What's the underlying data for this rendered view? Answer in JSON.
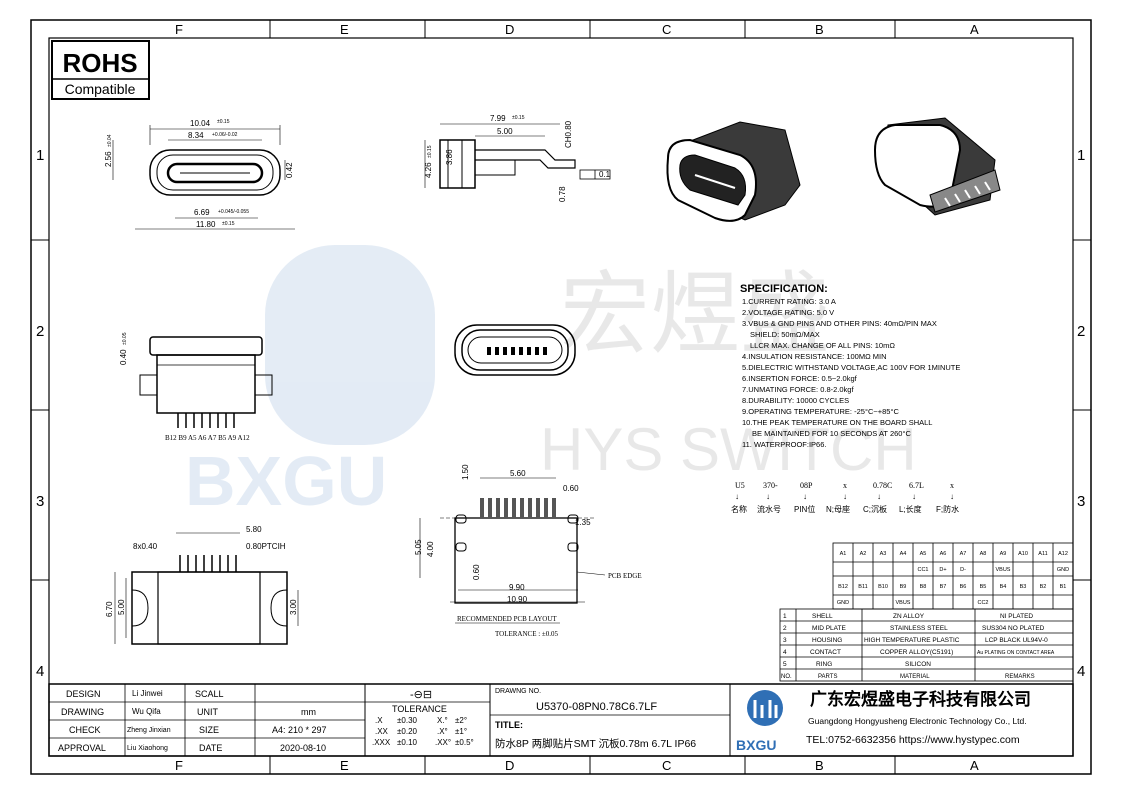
{
  "frame": {
    "cols_top": [
      "F",
      "E",
      "D",
      "C",
      "B",
      "A"
    ],
    "rows": [
      "1",
      "2",
      "3",
      "4"
    ]
  },
  "rohs": {
    "title": "ROHS",
    "subtitle": "Compatible"
  },
  "watermark": {
    "cn": "宏煜盛",
    "en": "HYS SWITCH",
    "logo": "BXGU"
  },
  "dims": {
    "d1": "10.04",
    "d1t": "±0.15",
    "d2": "8.34",
    "d2t": "+0.06/-0.02",
    "d3": "2.56",
    "d3t": "±0.04",
    "d4": "0.42",
    "d5": "6.69",
    "d5t": "+0.045/-0.055",
    "d6": "11.80",
    "d6t": "±0.15",
    "s1": "7.99",
    "s1t": "±0.15",
    "s2": "5.00",
    "s3": "CH0.80",
    "s4": "4.26",
    "s4t": "±0.15",
    "s5": "3.86",
    "s6": "0.78",
    "s7": "0.1",
    "p1": "0.40",
    "p1t": "±0.05",
    "pins": "B12 B9 A5 A6 A7 B5 A9 A12",
    "b1": "5.80",
    "b2": "8x0.40",
    "b3": "0.80PTCIH",
    "b4": "6.70",
    "b5": "5.00",
    "b6": "3.00",
    "c1": "5.60",
    "c2": "1.50",
    "c3": "0.60",
    "c4": "1.35",
    "c5": "5.05",
    "c6": "4.00",
    "c7": "0.60",
    "c8": "9.90",
    "c9": "10.90",
    "pcb_edge": "PCB EDGE",
    "pcb_layout": "RECOMMENDED PCB LAYOUT",
    "pcb_tol": "TOLERANCE : ±0.05"
  },
  "spec": {
    "title": "SPECIFICATION:",
    "lines": [
      "1.CURRENT RATING: 3.0 A",
      "2.VOLTAGE RATING: 5.0 V",
      "3.VBUS & GND PINS AND OTHER PINS: 40mΩ/PIN MAX",
      "   SHIELD: 50mΩ/MAX",
      "   LLCR MAX. CHANGE OF ALL PINS: 10mΩ",
      "4.INSULATION RESISTANCE:  100MΩ MIN",
      "5.DIELECTRIC WITHSTAND VOLTAGE,AC 100V FOR 1MINUTE",
      "6.INSERTION FORCE: 0.5~2.0kgf",
      "7.UNMATING FORCE: 0.8-2.0kgf",
      "8.DURABILITY: 10000 CYCLES",
      "9.OPERATING TEMPERATURE: -25°C~+85°C",
      "10.THE PEAK TEMPERATURE ON THE BOARD SHALL",
      "    BE MAINTAINED FOR 10 SECONDS AT 260°C",
      "11. WATERPROOF:IP66."
    ]
  },
  "code": {
    "parts": [
      "U5",
      "370-",
      "08P",
      "x",
      "0.78C",
      "6.7L",
      "x"
    ],
    "labels": [
      "名称",
      "流水号",
      "PIN位",
      "N;母座",
      "C;沉板",
      "L;长度",
      "F;防水"
    ]
  },
  "pin_table": {
    "top": [
      "A1",
      "A2",
      "A3",
      "A4",
      "A5",
      "A6",
      "A7",
      "A8",
      "A9",
      "A10",
      "A11",
      "A12"
    ],
    "top_sig": [
      "",
      "",
      "",
      "",
      "CC1",
      "D+",
      "D-",
      "",
      "VBUS",
      "",
      "",
      "GND"
    ],
    "bot": [
      "B12",
      "B11",
      "B10",
      "B9",
      "B8",
      "B7",
      "B6",
      "B5",
      "B4",
      "B3",
      "B2",
      "B1"
    ],
    "bot_sig": [
      "GND",
      "",
      "",
      "VBUS",
      "",
      "",
      "",
      "CC2",
      "",
      "",
      "",
      ""
    ]
  },
  "bom": {
    "headers": [
      "NO.",
      "PARTS",
      "MATERIAL",
      "REMARKS"
    ],
    "rows": [
      [
        "1",
        "SHELL",
        "ZN  ALLOY",
        "NI  PLATED"
      ],
      [
        "2",
        "MID PLATE",
        "STAINLESS STEEL",
        "SUS304  NO  PLATED"
      ],
      [
        "3",
        "HOUSING",
        "HIGH TEMPERATURE PLASTIC",
        "LCP  BLACK  UL94V-0"
      ],
      [
        "4",
        "CONTACT",
        "COPPER  ALLOY(C5191)",
        "Au PLATING ON CONTACT AREA"
      ],
      [
        "5",
        "RING",
        "SILICON",
        ""
      ]
    ]
  },
  "titleblock": {
    "labels": [
      "DESIGN",
      "DRAWING",
      "CHECK",
      "APPROVAL"
    ],
    "names": [
      "Li Jinwei",
      "Wu Qifa",
      "Zheng Jinxian",
      "Liu Xiaohong"
    ],
    "fields": [
      "SCALL",
      "UNIT",
      "SIZE",
      "DATE"
    ],
    "values": [
      "",
      "mm",
      "A4: 210 * 297",
      "2020-08-10"
    ],
    "tol_title": "TOLERANCE",
    "tol_rows": [
      [
        ".X",
        "±0.30",
        "X.°",
        "±2°"
      ],
      [
        ".XX",
        "±0.20",
        ".X°",
        "±1°"
      ],
      [
        ".XXX",
        "±0.10",
        ".XX°",
        "±0.5°"
      ]
    ],
    "dwg_label": "DRAWNG NO.",
    "dwg_no": "U5370-08PN0.78C6.7LF",
    "title_label": "TITLE:",
    "title": "防水8P 两脚贴片SMT 沉板0.78m 6.7L IP66",
    "company_cn": "广东宏煜盛电子科技有限公司",
    "company_en": "Guangdong Hongyusheng Electronic Technology Co., Ltd.",
    "contact": "TEL:0752-6632356  https://www.hystypec.com",
    "logo_text": "BXGU"
  }
}
